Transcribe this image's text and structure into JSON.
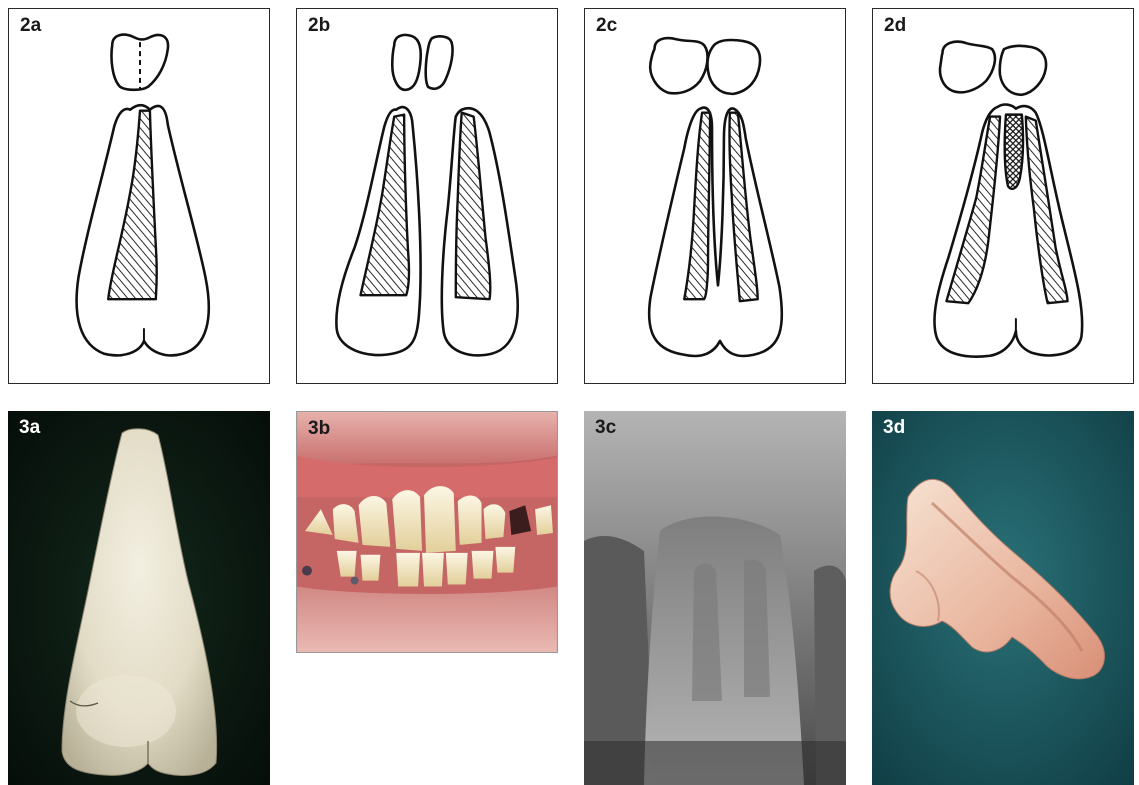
{
  "panels": {
    "p2a": {
      "label": "2a"
    },
    "p2b": {
      "label": "2b"
    },
    "p2c": {
      "label": "2c"
    },
    "p2d": {
      "label": "2d"
    },
    "p3a": {
      "label": "3a"
    },
    "p3b": {
      "label": "3b"
    },
    "p3c": {
      "label": "3c"
    },
    "p3d": {
      "label": "3d"
    }
  },
  "colors": {
    "line": "#111111",
    "photo_dark_bg": "#0b1a12",
    "photo_teal_bg": "#1c5f66",
    "gum_pink": "#d9787c",
    "xray_gray": "#6e6e6e"
  },
  "icons": [
    "tooth-diagram-icon",
    "root-canal-hatch-icon"
  ]
}
